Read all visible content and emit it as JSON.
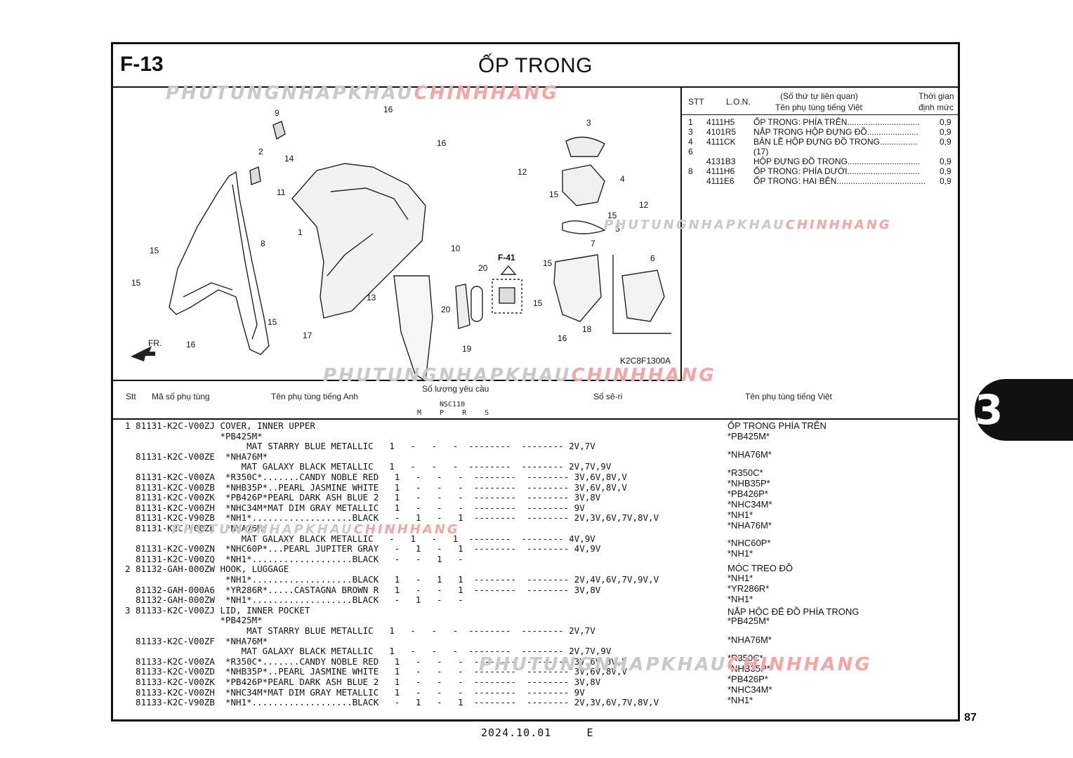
{
  "header": {
    "code": "F-13",
    "title": "ỐP TRONG"
  },
  "watermark": {
    "gray": "PHUTUNGNHAPKHAU",
    "red": "CHINHHANG"
  },
  "diagram": {
    "callouts": [
      "1",
      "2",
      "3",
      "4",
      "5",
      "6",
      "7",
      "8",
      "9",
      "10",
      "11",
      "12",
      "12",
      "13",
      "14",
      "15",
      "15",
      "15",
      "15",
      "15",
      "15",
      "15",
      "16",
      "16",
      "16",
      "16",
      "17",
      "18",
      "19",
      "20",
      "20"
    ],
    "ref": "F-41",
    "front": "FR.",
    "code": "K2C8F1300A"
  },
  "side_table": {
    "headers": {
      "stt": "STT",
      "lon": "L.O.N.",
      "name_top": "(Số thứ tự liên quan)",
      "name_bottom": "Tên phụ tùng tiếng Việt",
      "time_top": "Thời gian",
      "time_bottom": "định mức"
    },
    "rows": [
      {
        "stt": "1",
        "lon": "4111H5",
        "name": "ỐP TRONG: PHÍA TRÊN...............................",
        "time": "0,9"
      },
      {
        "stt": "3",
        "lon": "4101R5",
        "name": "NẮP TRONG HỘP ĐỰNG ĐỒ......................",
        "time": "0,9"
      },
      {
        "stt": "4",
        "lon": "4111CK",
        "name": "BẢN LỀ HỘP ĐỰNG ĐỒ TRONG................",
        "time": "0,9"
      },
      {
        "stt": "6",
        "lon": "",
        "name": "(17)",
        "time": ""
      },
      {
        "stt": "",
        "lon": "4131B3",
        "name": "HỘP ĐỰNG ĐỒ TRONG...............................",
        "time": "0,9"
      },
      {
        "stt": "8",
        "lon": "4111H6",
        "name": "ỐP TRONG: PHÍA DƯỚI...............................",
        "time": "0,9"
      },
      {
        "stt": "",
        "lon": "4111E6",
        "name": "ỐP TRONG: HAI BÊN......................................",
        "time": "0,9"
      }
    ]
  },
  "parts_header": {
    "stt": "Stt",
    "part_no": "Mã số phụ tùng",
    "name_en": "Tên phụ tùng tiếng Anh",
    "qty": "Số lượng yêu cầu",
    "model": "NSC110",
    "cols": [
      "M",
      "P",
      "R",
      "S"
    ],
    "serial": "Số sê-ri",
    "name_vi": "Tên phụ tùng tiếng Việt"
  },
  "parts_lines": [
    "1 81131-K2C-V00ZJ COVER, INNER UPPER",
    "                  *PB425M*",
    "                       MAT STARRY BLUE METALLIC   1   -   -   -  --------  -------- 2V,7V",
    "  81131-K2C-V00ZE  *NHA76M*",
    "                      MAT GALAXY BLACK METALLIC   1   -   -   -  --------  -------- 2V,7V,9V",
    "  81131-K2C-V00ZA  *R350C*.......CANDY NOBLE RED   1   -   -   -  --------  -------- 3V,6V,8V,V",
    "  81131-K2C-V00ZB  *NHB35P*..PEARL JASMINE WHITE   1   -   -   -  --------  -------- 3V,6V,8V,V",
    "  81131-K2C-V00ZK  *PB426P*PEARL DARK ASH BLUE 2   1   -   -   -  --------  -------- 3V,8V",
    "  81131-K2C-V00ZH  *NHC34M*MAT DIM GRAY METALLIC   1   -   -   -  --------  -------- 9V",
    "  81131-K2C-V90ZB  *NH1*...................BLACK   -   1   -   1  --------  -------- 2V,3V,6V,7V,8V,V",
    "  81131-K2C-V00ZE  *NHA76M*",
    "                      MAT GALAXY BLACK METALLIC   -   1   -   1  --------  -------- 4V,9V",
    "  81131-K2C-V00ZN  *NHC60P*...PEARL JUPITER GRAY   -   1   -   1  --------  -------- 4V,9V",
    "  81131-K2C-V00ZQ  *NH1*...................BLACK   -   -   1   -",
    "2 81132-GAH-000ZW HOOK, LUGGAGE",
    "                   *NH1*...................BLACK   1   -   1   1  --------  -------- 2V,4V,6V,7V,9V,V",
    "  81132-GAH-000A6  *YR286R*.....CASTAGNA BROWN R   1   -   -   1  --------  -------- 3V,8V",
    "  81132-GAH-000ZW  *NH1*...................BLACK   -   1   -   -",
    "3 81133-K2C-V00ZJ LID, INNER POCKET",
    "                  *PB425M*",
    "                       MAT STARRY BLUE METALLIC   1   -   -   -  --------  -------- 2V,7V",
    "  81133-K2C-V00ZF  *NHA76M*",
    "                      MAT GALAXY BLACK METALLIC   1   -   -   -  --------  -------- 2V,7V,9V",
    "  81133-K2C-V00ZA  *R350C*.......CANDY NOBLE RED   1   -   -   -  --------  -------- 3V,6V,8V,V",
    "  81133-K2C-V00ZD  *NHB35P*..PEARL JASMINE WHITE   1   -   -   -  --------  -------- 3V,6V,8V,V",
    "  81133-K2C-V00ZK  *PB426P*PEARL DARK ASH BLUE 2   1   -   -   -  --------  -------- 3V,8V",
    "  81133-K2C-V00ZH  *NHC34M*MAT DIM GRAY METALLIC   1   -   -   -  --------  -------- 9V",
    "  81133-K2C-V90ZB  *NH1*...................BLACK   -   1   -   1  --------  -------- 2V,3V,6V,7V,8V,V"
  ],
  "vi_lines": [
    "ỐP TRONG PHÍA TRÊN",
    " *PB425M*",
    " *NHA76M*",
    " *R350C*",
    " *NHB35P*",
    " *PB426P*",
    " *NHC34M*",
    " *NH1*",
    " *NHA76M*",
    " *NHC60P*",
    " *NH1*",
    "MÓC TREO ĐỒ",
    " *NH1*",
    " *YR286R*",
    " *NH1*",
    "NẮP HỘC ĐỂ ĐỒ PHÍA TRONG",
    " *PB425M*",
    " *NHA76M*",
    " *R350C*",
    " *NHB35P*",
    " *PB426P*",
    " *NHC34M*",
    " *NH1*"
  ],
  "side_tab": "3",
  "page_number": "87",
  "footer": "2024.10.01     E"
}
